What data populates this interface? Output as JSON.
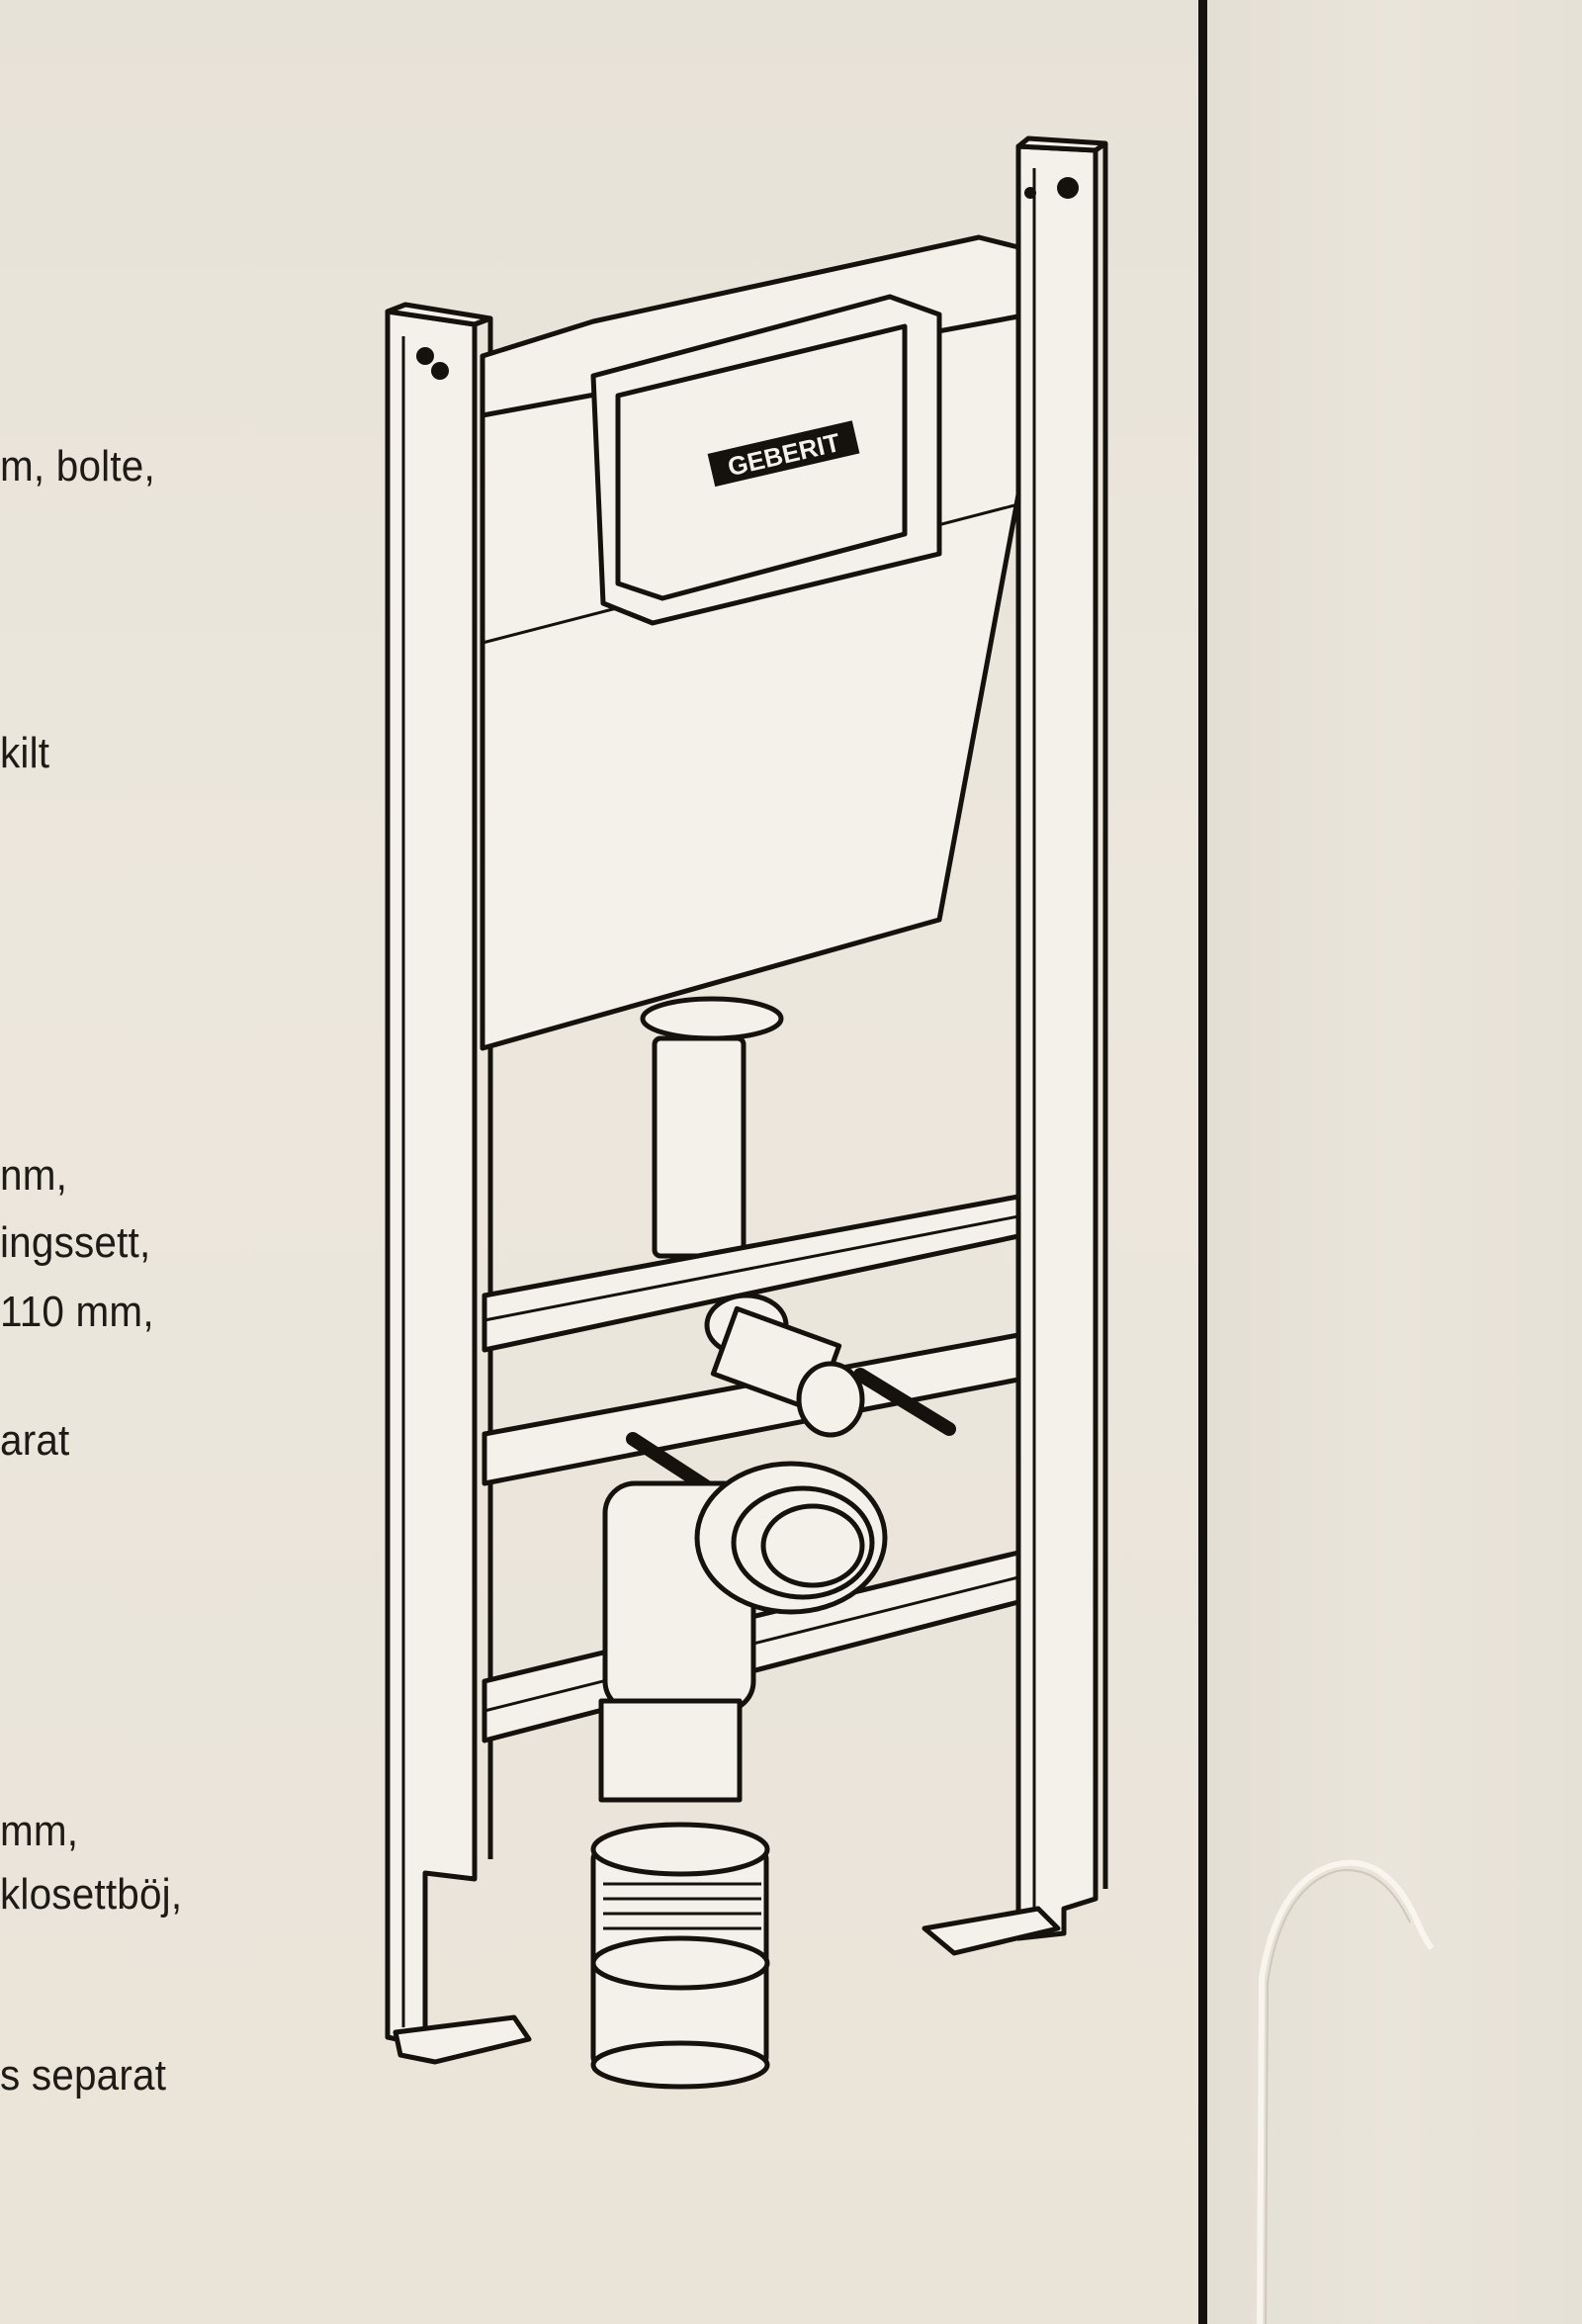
{
  "text_lines": [
    "m, bolte,",
    "kilt",
    "nm,",
    "ingssett,",
    "110 mm,",
    "arat",
    " mm,",
    " klosettböj,",
    "s separat"
  ],
  "brand_logo": "GEBERIT",
  "colors": {
    "background": "#ece7dd",
    "ink": "#1e1b17",
    "divider": "#16130f"
  }
}
